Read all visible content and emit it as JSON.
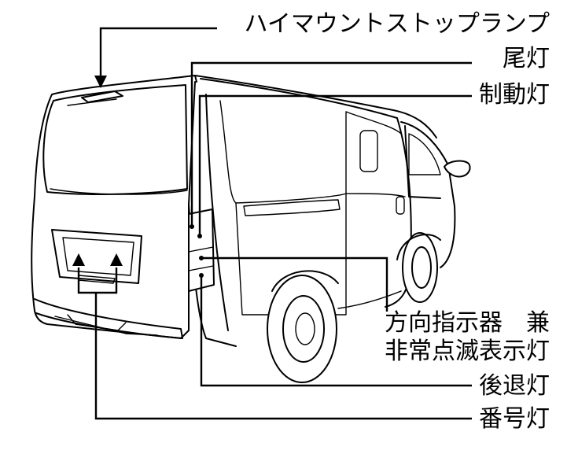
{
  "labels": [
    {
      "id": "high-mount-stop-lamp",
      "text": "ハイマウントストップランプ"
    },
    {
      "id": "tail-lamp",
      "text": "尾灯"
    },
    {
      "id": "brake-lamp",
      "text": "制動灯"
    },
    {
      "id": "turn-signal-line1",
      "text": "方向指示器　兼"
    },
    {
      "id": "turn-signal-line2",
      "text": "非常点滅表示灯"
    },
    {
      "id": "reverse-lamp",
      "text": "後退灯"
    },
    {
      "id": "license-lamp",
      "text": "番号灯"
    }
  ],
  "colors": {
    "ink": "#000000",
    "background": "#ffffff"
  }
}
